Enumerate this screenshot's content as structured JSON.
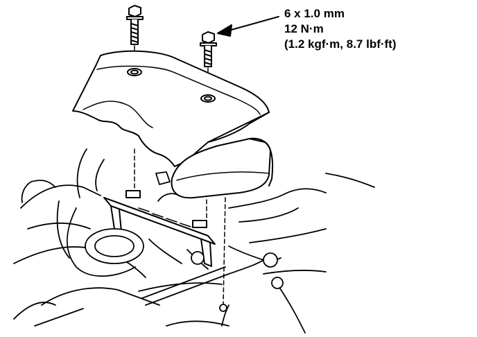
{
  "spec": {
    "thread": "6 x 1.0 mm",
    "torque_nm": "12 N·m",
    "torque_alt": "(1.2 kgf·m, 8.7 lbf·ft)"
  },
  "colors": {
    "ink": "#000000",
    "paper": "#ffffff"
  },
  "icons": [
    "bolt-icon"
  ]
}
